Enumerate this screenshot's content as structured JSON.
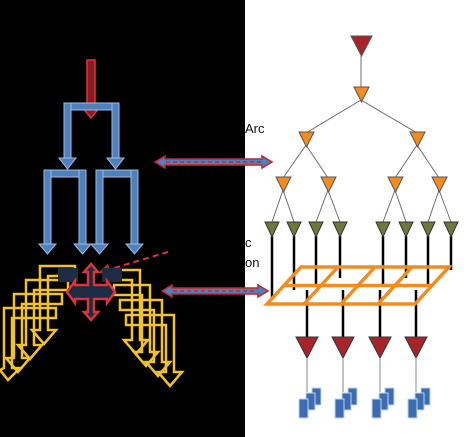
{
  "labels": {
    "arc": "Arc",
    "k_fragment": "c",
    "on_fragment": "on"
  },
  "colors": {
    "left_background": "#000000",
    "right_background": "#ffffff",
    "blue_arrows": "#4f81bd",
    "red_accent": "#c0282d",
    "gold_arrows": "#f2c12e",
    "orange_triangles": "#f28c1e",
    "green_triangles": "#6b7a3c",
    "dark_red_triangles": "#a8242b",
    "grid_lines": "#f28c1e",
    "blue_blocks": "#3d6db0"
  },
  "icons": [
    "down-arrow-icon",
    "double-arrow-icon",
    "cross-arrow-icon",
    "triangle-icon"
  ]
}
